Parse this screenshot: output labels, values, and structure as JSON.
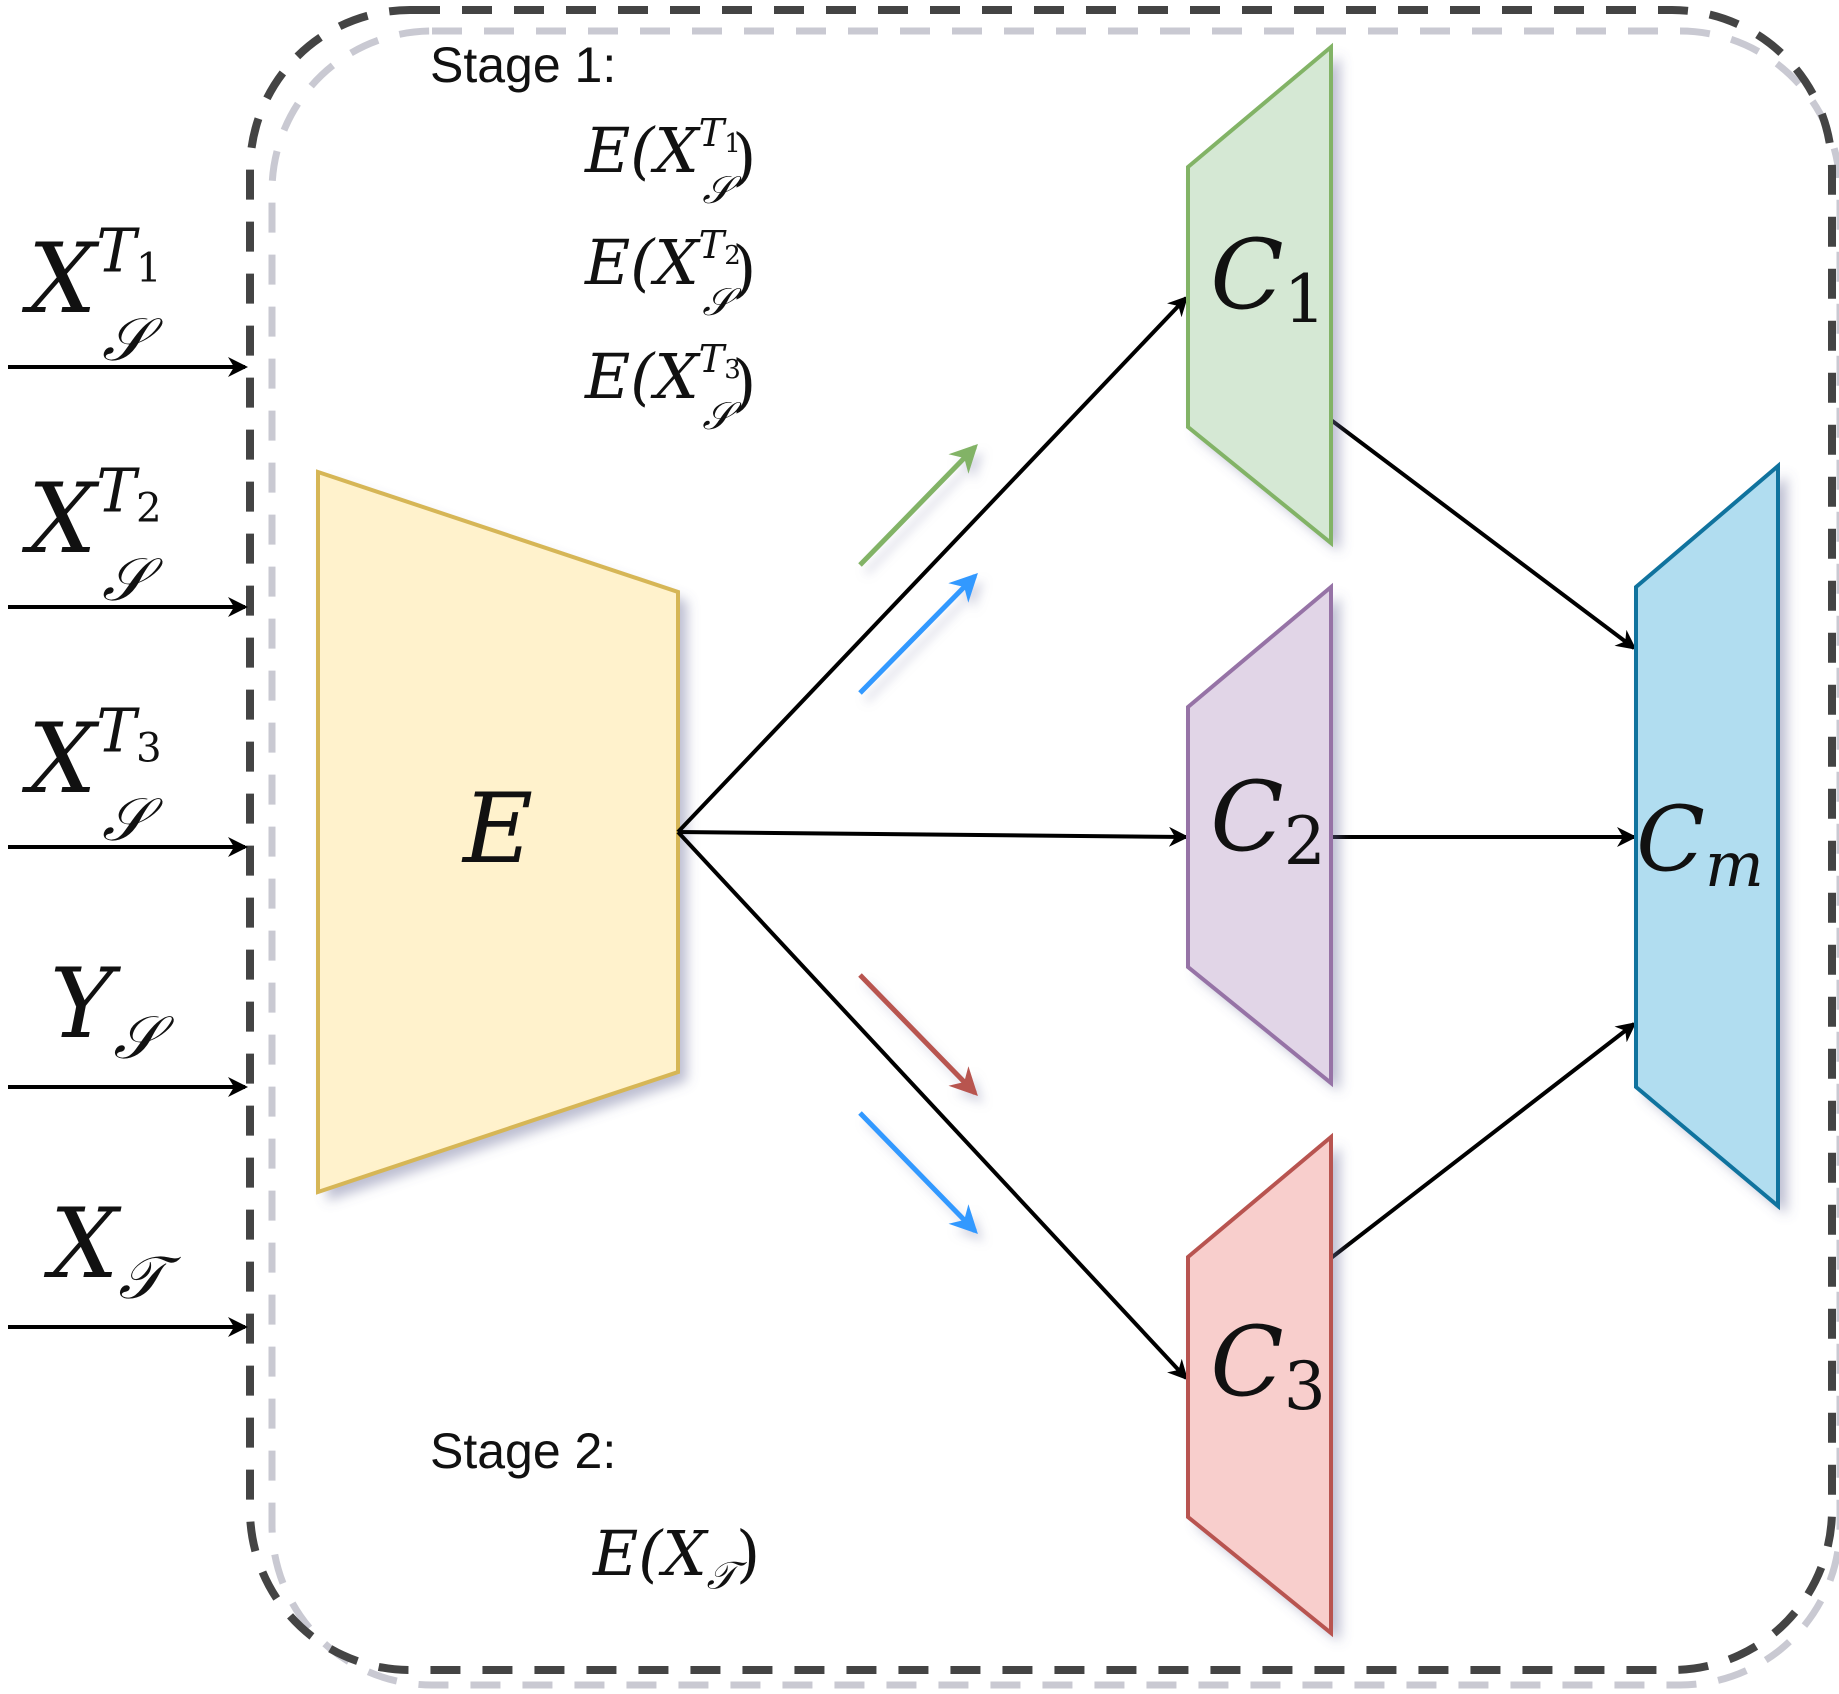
{
  "legend": {
    "stage1": {
      "title": "Stage 1:",
      "items": [
        {
          "color": "#82b366",
          "expr": {
            "fn": "E",
            "base": "X",
            "sub": "𝒮",
            "sup": "T",
            "supsub": "1"
          }
        },
        {
          "color": "#9673a6",
          "expr": {
            "fn": "E",
            "base": "X",
            "sub": "𝒮",
            "sup": "T",
            "supsub": "2"
          }
        },
        {
          "color": "#b85450",
          "expr": {
            "fn": "E",
            "base": "X",
            "sub": "𝒮",
            "sup": "T",
            "supsub": "3"
          }
        }
      ]
    },
    "stage2": {
      "title": "Stage 2:",
      "items": [
        {
          "color": "#3399ff",
          "expr": {
            "fn": "E",
            "base": "X",
            "sub": "𝒯"
          }
        }
      ]
    }
  },
  "inputs": [
    {
      "base": "X",
      "sub": "𝒮",
      "sup": "T",
      "supsub": "1"
    },
    {
      "base": "X",
      "sub": "𝒮",
      "sup": "T",
      "supsub": "2"
    },
    {
      "base": "X",
      "sub": "𝒮",
      "sup": "T",
      "supsub": "3"
    },
    {
      "base": "Y",
      "sub": "𝒮"
    },
    {
      "base": "X",
      "sub": "𝒯"
    }
  ],
  "encoder": {
    "label": "E",
    "fill": "#fff2cc",
    "stroke": "#d6b656"
  },
  "classifiers": [
    {
      "label": "C",
      "sub": "1",
      "fill": "#d5e8d4",
      "stroke": "#82b366"
    },
    {
      "label": "C",
      "sub": "2",
      "fill": "#e1d5e7",
      "stroke": "#9673a6"
    },
    {
      "label": "C",
      "sub": "3",
      "fill": "#f8cecc",
      "stroke": "#b85450"
    }
  ],
  "merger": {
    "label": "C",
    "sub": "m",
    "fill": "#b1ddf0",
    "stroke": "#10739e"
  },
  "flow_colors": {
    "stage2": "#3399ff"
  }
}
